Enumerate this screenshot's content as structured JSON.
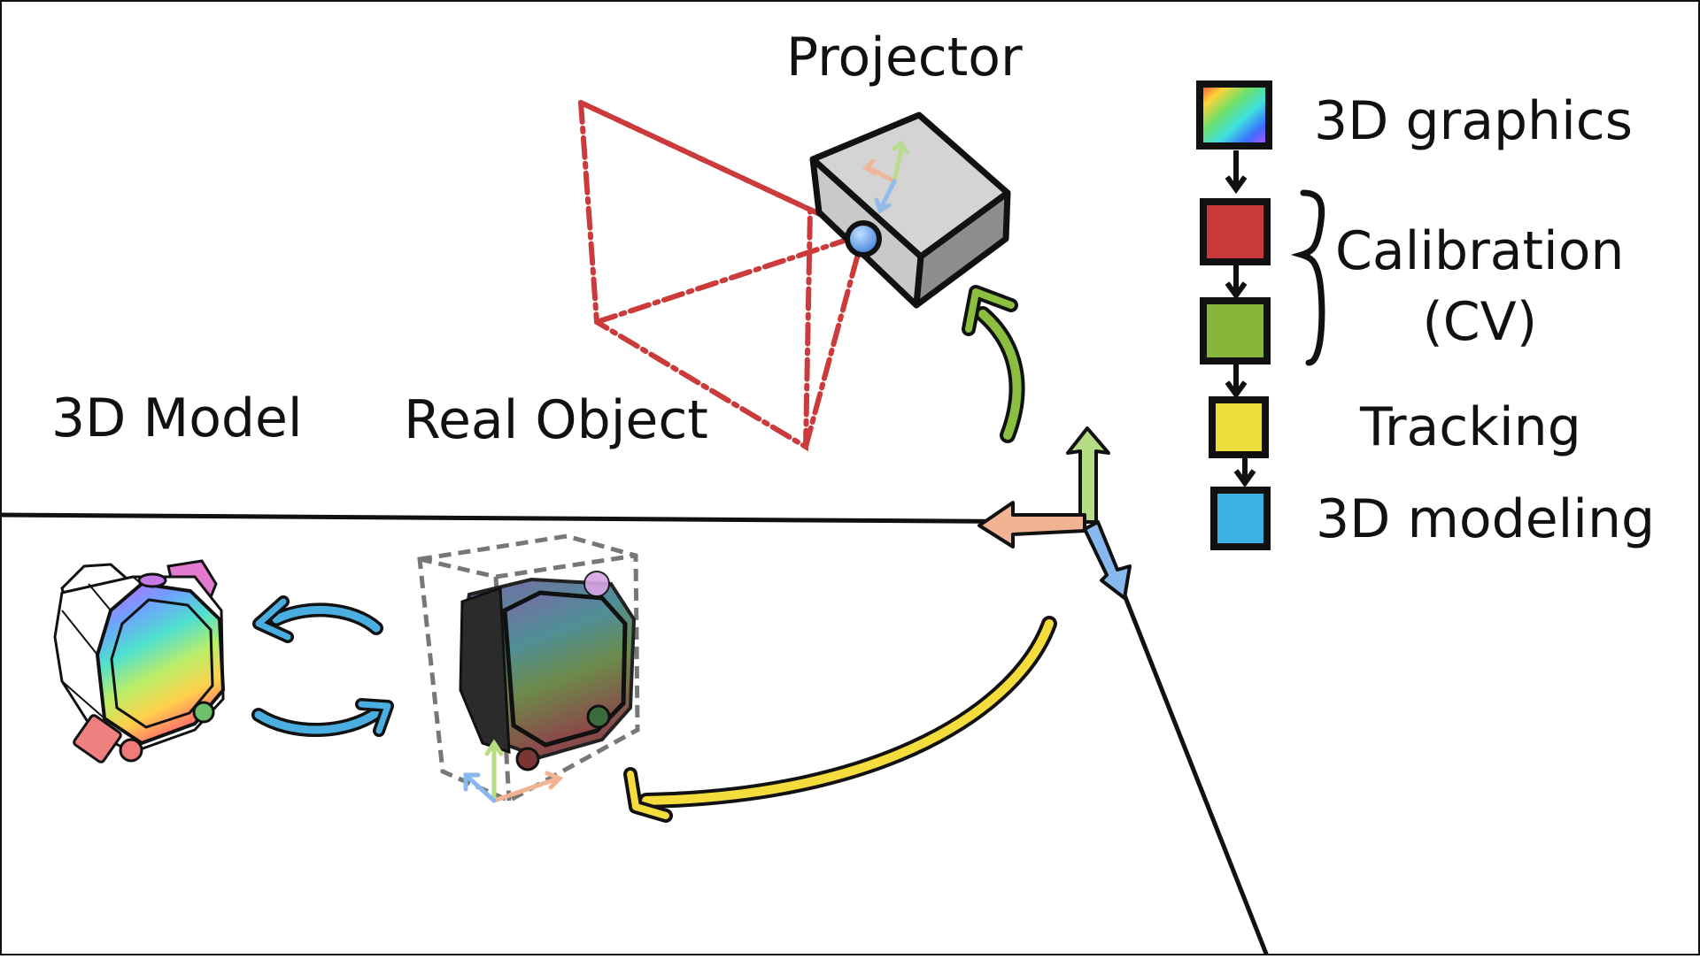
{
  "labels": {
    "projector": "Projector",
    "model_3d": "3D Model",
    "real_object": "Real Object"
  },
  "legend": {
    "graphics": "3D graphics",
    "calibration_line1": "Calibration",
    "calibration_line2": "(CV)",
    "tracking": "Tracking",
    "modeling": "3D modeling"
  },
  "colors": {
    "calibration": "#c9383a",
    "calibration_cv": "#86b53a",
    "tracking": "#f0de3a",
    "modeling": "#3db0e3",
    "frustum": "#cc3b3b",
    "arrow_green": "#8cbf3f",
    "arrow_yellow": "#f3dc3c",
    "arrow_blue": "#4aaee0",
    "axis_green": "#b6dd84",
    "axis_orange": "#f2b393",
    "axis_blue": "#87b8ee"
  }
}
